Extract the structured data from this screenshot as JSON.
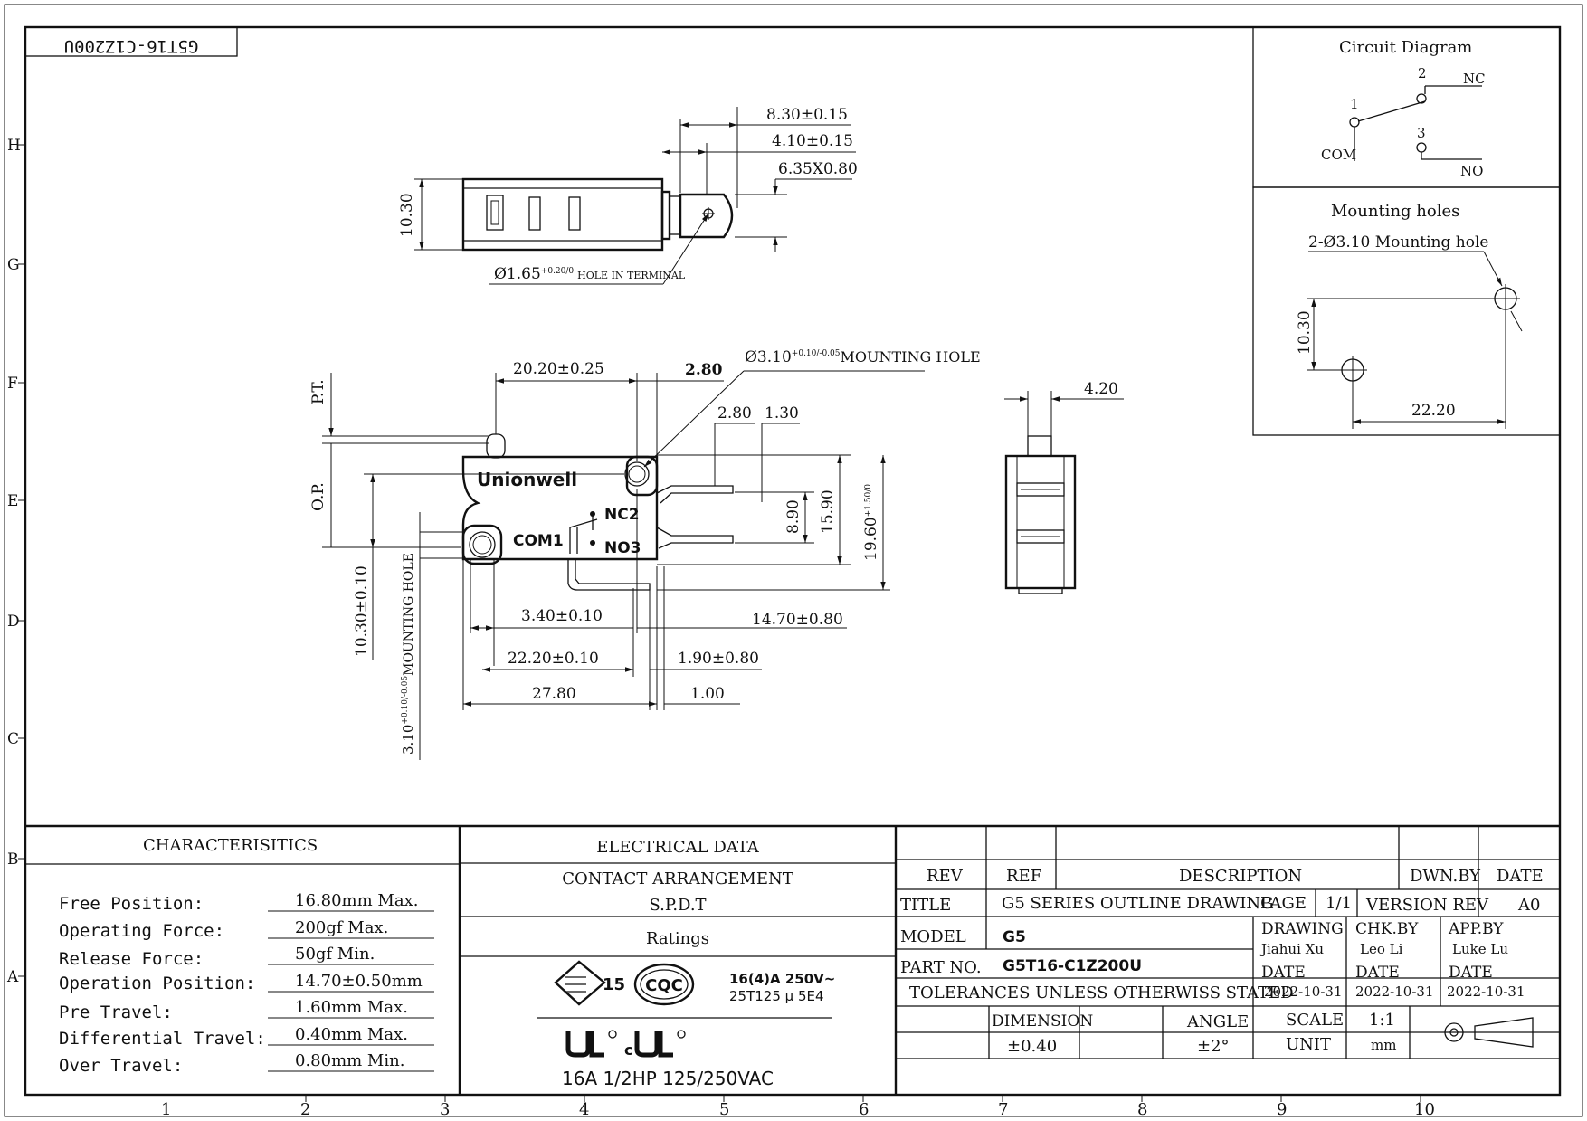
{
  "drawing_code_mirrored": "G5T16-C1Z200U",
  "grid_rows": [
    "H",
    "G",
    "F",
    "E",
    "D",
    "C",
    "B",
    "A"
  ],
  "grid_cols": [
    "1",
    "2",
    "3",
    "4",
    "5",
    "6",
    "7",
    "8",
    "9",
    "10"
  ],
  "top_view": {
    "dim_overall": "8.30±0.15",
    "dim_terminal": "4.10±0.15",
    "dim_tab": "6.35X0.80",
    "dim_height": "10.30",
    "hole_note_prefix": "Ø1.65",
    "hole_note_tol": "+0.20/0",
    "hole_note_suffix": "HOLE IN TERMINAL"
  },
  "front_view": {
    "brand": "Unionwell",
    "label_nc": "NC2",
    "label_no": "NO3",
    "label_com": "COM1",
    "label_pt": "P.T.",
    "label_op": "O.P.",
    "dim_2020": "20.20±0.25",
    "dim_280a": "2.80",
    "dim_280b": "2.80",
    "dim_130": "1.30",
    "mount_hole_prefix": "Ø3.10",
    "mount_hole_tol": "+0.10/-0.05",
    "mount_hole_suffix": "MOUNTING HOLE",
    "dim_890": "8.90",
    "dim_1590": "15.90",
    "dim_1960": "19.60",
    "dim_1960_tol": "+1.50/0",
    "dim_1030": "10.30±0.10",
    "dim_310_prefix": "3.10",
    "dim_310_tol": "+0.10/-0.05",
    "dim_310_suffix": "MOUNTING HOLE",
    "dim_340": "3.40±0.10",
    "dim_1470": "14.70±0.80",
    "dim_2220": "22.20±0.10",
    "dim_190": "1.90±0.80",
    "dim_2780": "27.80",
    "dim_100": "1.00"
  },
  "side_view": {
    "dim_width": "4.20"
  },
  "circuit": {
    "title": "Circuit Diagram",
    "pin1": "1",
    "pin2": "2",
    "pin3": "3",
    "com": "COM",
    "nc": "NC",
    "no": "NO"
  },
  "mounting": {
    "title": "Mounting holes",
    "note": "2-Ø3.10 Mounting hole",
    "dim_v": "10.30",
    "dim_h": "22.20"
  },
  "characteristics": {
    "header": "CHARACTERISITICS",
    "rows": [
      {
        "label": "Free Position:",
        "value": "16.80mm Max."
      },
      {
        "label": "Operating Force:",
        "value": "200gf Max."
      },
      {
        "label": "Release Force:",
        "value": "50gf Min."
      },
      {
        "label": "Operation Position:",
        "value": "14.70±0.50mm"
      },
      {
        "label": "Pre Travel:",
        "value": "1.60mm Max."
      },
      {
        "label": "Differential Travel:",
        "value": "0.40mm Max."
      },
      {
        "label": "Over Travel:",
        "value": "0.80mm Min."
      }
    ]
  },
  "electrical": {
    "header": "ELECTRICAL DATA",
    "contact_label": "CONTACT ARRANGEMENT",
    "contact_value": "S.P.D.T",
    "ratings_label": "Ratings",
    "enec_num": "15",
    "cqc": "CQC",
    "rating_line1": "16(4)A 250V~",
    "rating_line2": "25T125 μ 5E4",
    "ul_rating": "16A 1/2HP 125/250VAC"
  },
  "title_block": {
    "rev": "REV",
    "ref": "REF",
    "description": "DESCRIPTION",
    "dwn_by": "DWN.BY",
    "date_h": "DATE",
    "title_label": "TITLE",
    "title_value": "G5 SERIES OUTLINE DRAWING",
    "page_label": "PAGE",
    "page_value": "1/1",
    "version_label": "VERSION REV",
    "version_value": "A0",
    "model_label": "MODEL",
    "model_value": "G5",
    "part_label": "PART NO.",
    "part_value": "G5T16-C1Z200U",
    "drawing_label": "DRAWING",
    "drawing_by": "Jiahui Xu",
    "chk_label": "CHK.BY",
    "chk_by": "Leo Li",
    "app_label": "APP.BY",
    "app_by": "Luke Lu",
    "date_label": "DATE",
    "date1": "2022-10-31",
    "date2": "2022-10-31",
    "date3": "2022-10-31",
    "tolerance_note": "TOLERANCES UNLESS OTHERWISS STATED",
    "dimension_label": "DIMENSION",
    "dimension_value": "±0.40",
    "angle_label": "ANGLE",
    "angle_value": "±2°",
    "scale_label": "SCALE",
    "scale_value": "1:1",
    "unit_label": "UNIT",
    "unit_value": "mm"
  }
}
